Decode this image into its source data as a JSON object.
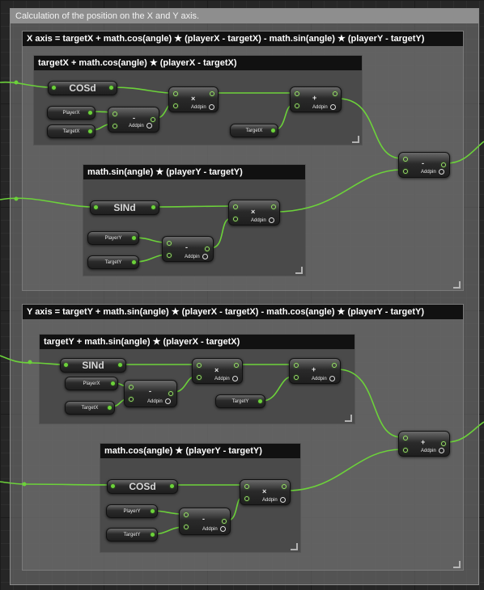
{
  "outer_title": "Calculation of the position on the X and Y axis.",
  "x_axis": {
    "title": "X axis = targetX + math.cos(angle)  ★  (playerX - targetX) - math.sin(angle) ★ (playerY - targetY)",
    "group1_title": "targetX + math.cos(angle)  ★  (playerX - targetX)",
    "group2_title": "math.sin(angle) ★ (playerY - targetY)"
  },
  "y_axis": {
    "title": "Y axis = targetY + math.sin(angle)  ★  (playerX - targetX) - math.cos(angle) ★ (playerY - targetY)",
    "group1_title": "targetY + math.sin(angle)  ★  (playerX - targetX)",
    "group2_title": "math.cos(angle) ★ (playerY - targetY)"
  },
  "nodes": {
    "cos": "COSd",
    "sin": "SINd",
    "player_x": "PlayerX",
    "target_x": "TargetX",
    "player_y": "PlayerY",
    "target_y": "TargetY",
    "minus": "-",
    "plus": "+",
    "times": "×",
    "addpin": "Addpin"
  },
  "colors": {
    "wire": "#6cd23a",
    "pin": "#6cd23a"
  }
}
